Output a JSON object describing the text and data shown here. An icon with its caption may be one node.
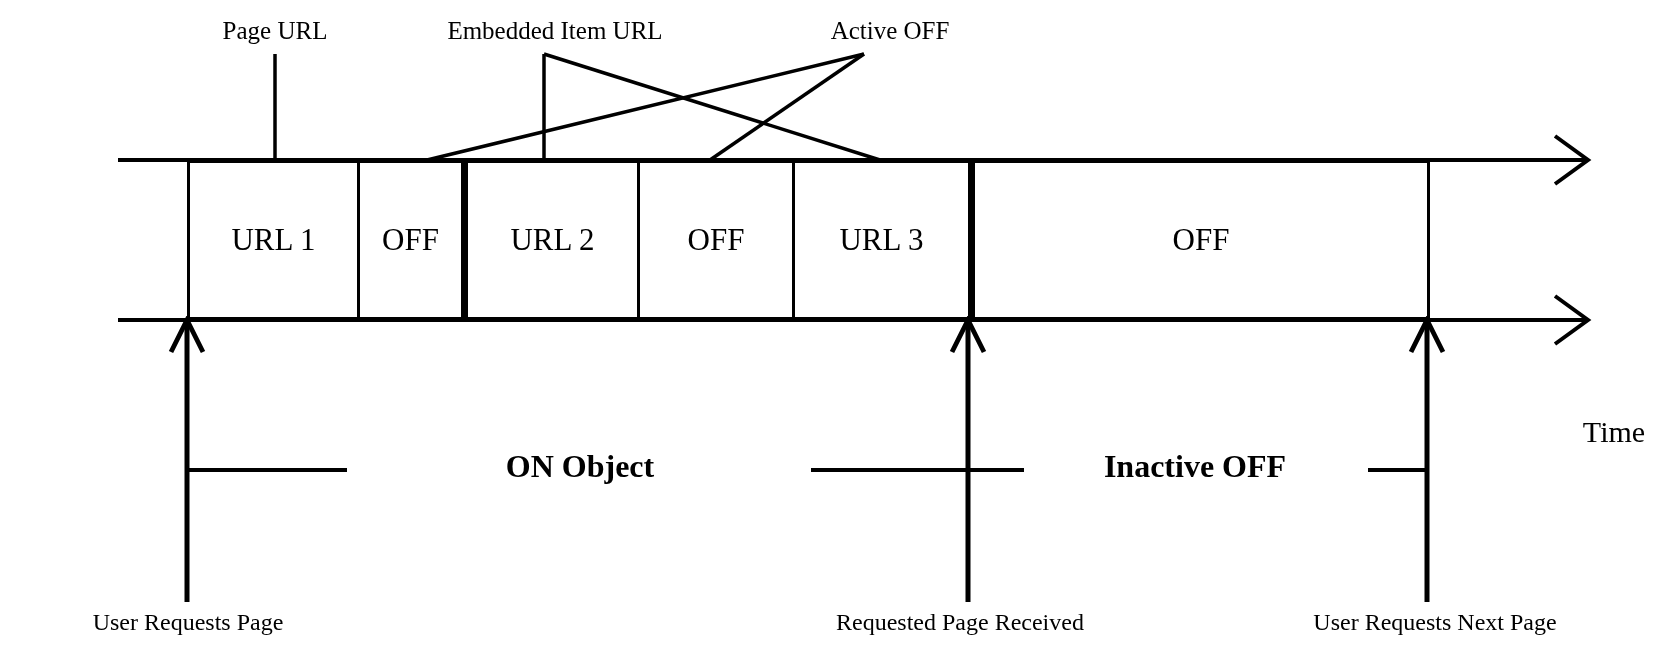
{
  "diagram": {
    "nodes": [
      {
        "text": [
          "Page URL"
        ]
      },
      {
        "text": [
          "Embedded Item URL"
        ]
      },
      {
        "text": [
          "Active OFF"
        ]
      },
      {
        "text": [
          "URL 1"
        ]
      },
      {
        "text": [
          "OFF"
        ]
      },
      {
        "text": [
          "URL 2"
        ]
      },
      {
        "text": [
          "OFF"
        ]
      },
      {
        "text": [
          "URL 3"
        ]
      },
      {
        "text": [
          "OFF"
        ]
      },
      {
        "text": [
          "User Requests Page"
        ]
      },
      {
        "text": [
          "Requested Page Received"
        ]
      },
      {
        "text": [
          "User Requests Next Page"
        ]
      }
    ],
    "edges": [
      {
        "from": 0,
        "to": 3,
        "arrow": "none"
      },
      {
        "from": 1,
        "to": 5,
        "arrow": "none"
      },
      {
        "from": 1,
        "to": 7,
        "arrow": "none"
      },
      {
        "from": 2,
        "to": 4,
        "arrow": "none"
      },
      {
        "from": 2,
        "to": 6,
        "arrow": "none"
      },
      {
        "from": 9,
        "to": 3,
        "arrow": "to"
      },
      {
        "from": 10,
        "to": 8,
        "arrow": "to"
      },
      {
        "from": 11,
        "to": 8,
        "arrow": "to"
      }
    ],
    "labels": [
      "Time",
      "ON Object",
      "Inactive OFF"
    ]
  }
}
